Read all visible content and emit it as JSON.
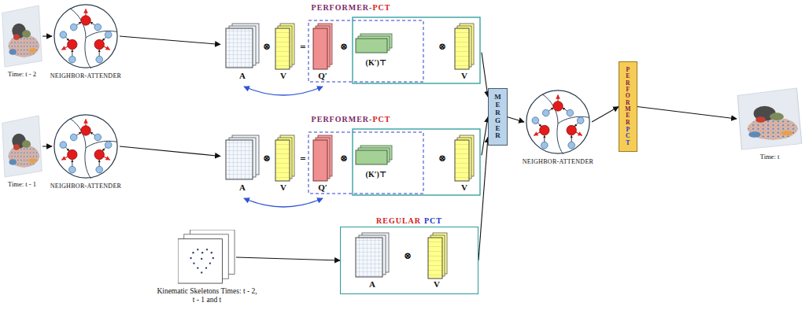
{
  "diagram": {
    "nodes": [
      {
        "text": [
          "Time: t - 2"
        ]
      },
      {
        "text": [
          "NEIGHBOR-ATTENDER"
        ]
      },
      {
        "text": [
          "PERFORMER-",
          "PCT"
        ]
      },
      {
        "text": [
          "Time: t - 1"
        ]
      },
      {
        "text": [
          "NEIGHBOR-ATTENDER"
        ]
      },
      {
        "text": [
          "PERFORMER-",
          "PCT"
        ]
      },
      {
        "text": [
          "Kinematic Skeletons Times: t - 2, t - 1 and t"
        ]
      },
      {
        "text": [
          "REGULAR",
          "PCT"
        ]
      },
      {
        "text": [
          "MERGER"
        ]
      },
      {
        "text": [
          "NEIGHBOR-ATTENDER"
        ]
      },
      {
        "text": [
          "PERFORMER",
          "PCT"
        ]
      },
      {
        "text": [
          "Time: t"
        ]
      }
    ],
    "edges": [
      {
        "from": 0,
        "to": 1,
        "arrow": "to"
      },
      {
        "from": 1,
        "to": 2,
        "arrow": "to"
      },
      {
        "from": 3,
        "to": 4,
        "arrow": "to"
      },
      {
        "from": 4,
        "to": 5,
        "arrow": "to"
      },
      {
        "from": 6,
        "to": 7,
        "arrow": "to"
      },
      {
        "from": 2,
        "to": 8,
        "arrow": "to"
      },
      {
        "from": 5,
        "to": 8,
        "arrow": "to"
      },
      {
        "from": 7,
        "to": 8,
        "arrow": "to"
      },
      {
        "from": 8,
        "to": 9,
        "arrow": "to"
      },
      {
        "from": 9,
        "to": 10,
        "arrow": "to"
      },
      {
        "from": 10,
        "to": 11,
        "arrow": "to"
      }
    ],
    "labels": [
      "A",
      "⊗",
      "V",
      "=",
      "Q′",
      "⊗",
      "(K′)⊤",
      "⊗",
      "V",
      "A",
      "⊗",
      "V",
      "=",
      "Q′",
      "⊗",
      "(K′)⊤",
      "⊗",
      "V",
      "A",
      "⊗",
      "V"
    ]
  }
}
